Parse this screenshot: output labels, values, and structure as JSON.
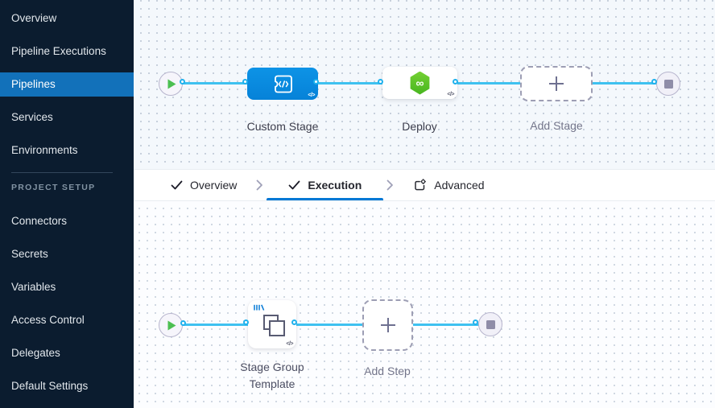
{
  "sidebar": {
    "nav_items": [
      {
        "label": "Overview",
        "selected": false
      },
      {
        "label": "Pipeline Executions",
        "selected": false
      },
      {
        "label": "Pipelines",
        "selected": true
      },
      {
        "label": "Services",
        "selected": false
      },
      {
        "label": "Environments",
        "selected": false
      }
    ],
    "section_label": "PROJECT SETUP",
    "setup_items": [
      {
        "label": "Connectors"
      },
      {
        "label": "Secrets"
      },
      {
        "label": "Variables"
      },
      {
        "label": "Access Control"
      },
      {
        "label": "Delegates"
      },
      {
        "label": "Default Settings"
      }
    ]
  },
  "tabs": {
    "items": [
      {
        "label": "Overview",
        "state": "complete"
      },
      {
        "label": "Execution",
        "state": "active"
      },
      {
        "label": "Advanced",
        "state": "default"
      }
    ]
  },
  "stage_pipeline": {
    "stages": [
      {
        "label": "Custom Stage",
        "type": "custom-stage",
        "code_badge": "</>"
      },
      {
        "label": "Deploy",
        "type": "deploy-stage",
        "code_badge": "</>",
        "icon_glyph": "∞"
      },
      {
        "label": "Add Stage",
        "type": "add-stage-placeholder"
      }
    ]
  },
  "execution_pipeline": {
    "steps": [
      {
        "label": "Stage Group Template",
        "type": "stage-group-template",
        "code_badge": "</>"
      },
      {
        "label": "Add Step",
        "type": "add-step-placeholder"
      }
    ]
  },
  "colors": {
    "accent_blue": "#0278d5",
    "nav_selected_blue": "#1271ba",
    "sidebar_bg": "#0b1c2f",
    "flow_line_blue": "#3ec1f0",
    "node_blue": "#0a8bdf",
    "deploy_green": "#5fc928",
    "play_green": "#4cbf51"
  }
}
